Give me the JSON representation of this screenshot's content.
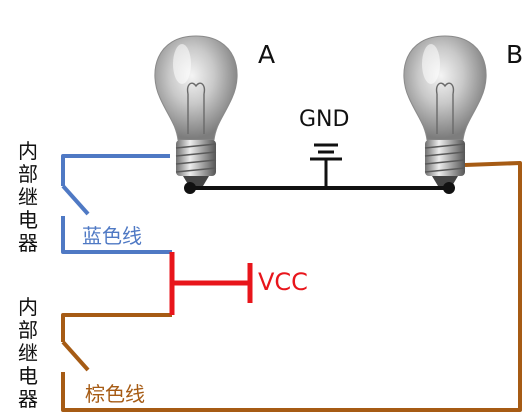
{
  "bulbs": {
    "a": {
      "label": "A"
    },
    "b": {
      "label": "B"
    }
  },
  "gnd": {
    "label": "GND"
  },
  "vcc": {
    "label": "VCC"
  },
  "relays": {
    "top": {
      "label": "内\n部\n继\n电\n器"
    },
    "bottom": {
      "label": "内\n部\n继\n电\n器"
    }
  },
  "wires": {
    "blue": {
      "label": "蓝色线",
      "color": "#4f79c4"
    },
    "brown": {
      "label": "棕色线",
      "color": "#a65b14"
    },
    "red": {
      "color": "#e8151b"
    }
  }
}
